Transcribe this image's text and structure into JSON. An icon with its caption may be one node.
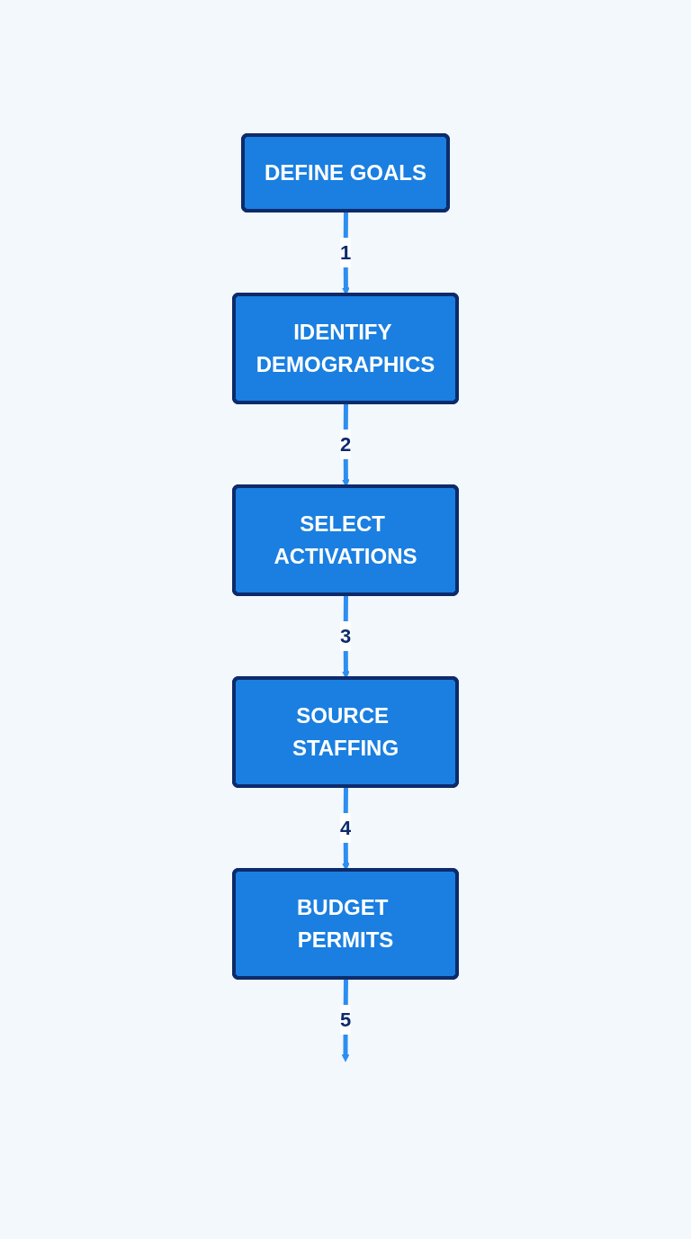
{
  "diagram": {
    "nodes": [
      {
        "text": [
          "DEFINE GOALS"
        ]
      },
      {
        "text": [
          "IDENTIFY DEMOGRAPHICS"
        ]
      },
      {
        "text": [
          "SELECT ACTIVATIONS"
        ]
      },
      {
        "text": [
          "SOURCE STAFFING"
        ]
      },
      {
        "text": [
          "BUDGET PERMITS"
        ]
      }
    ],
    "edges": [
      {
        "from": 0,
        "to": 1,
        "arrow": "to",
        "label": "1"
      },
      {
        "from": 1,
        "to": 2,
        "arrow": "to",
        "label": "2"
      },
      {
        "from": 2,
        "to": 3,
        "arrow": "to",
        "label": "3"
      },
      {
        "from": 3,
        "to": 4,
        "arrow": "to",
        "label": "4"
      },
      {
        "from": 4,
        "to": null,
        "arrow": "to",
        "label": "5"
      }
    ]
  }
}
